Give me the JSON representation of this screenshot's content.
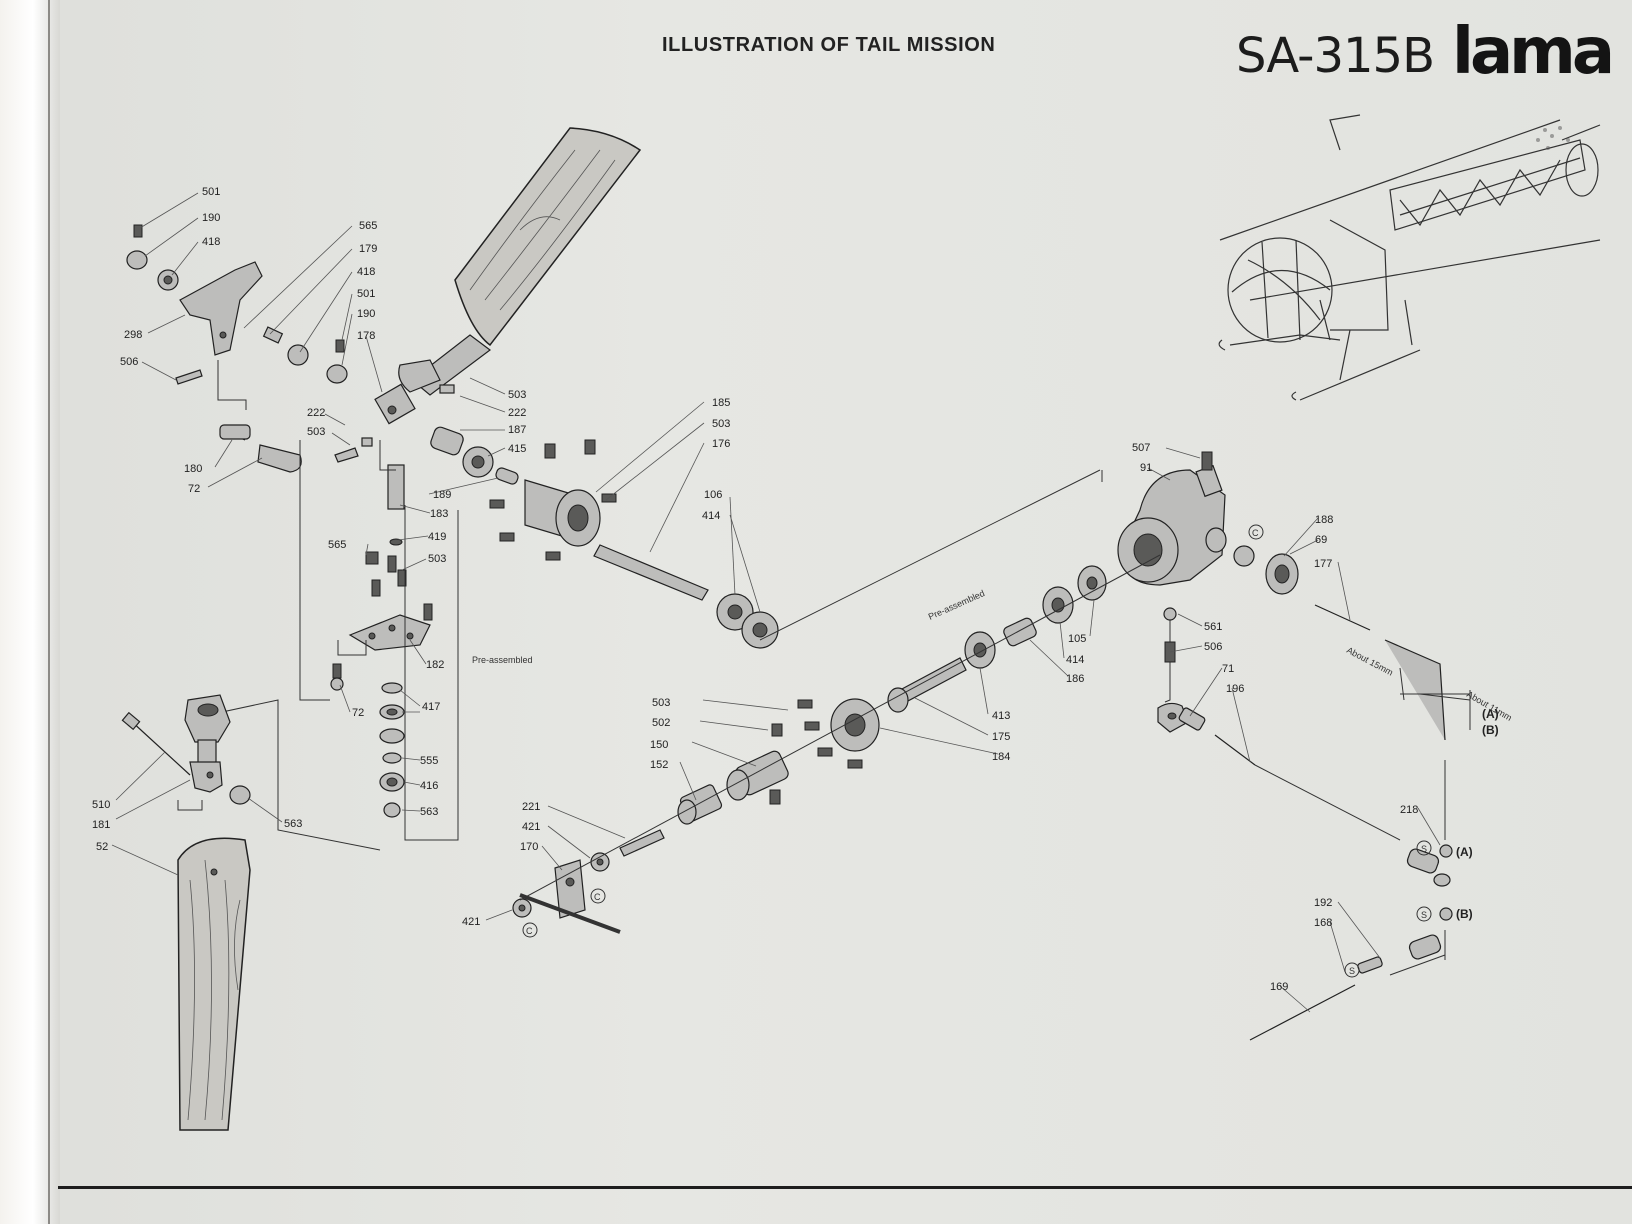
{
  "header": {
    "title": "ILLUSTRATION OF TAIL MISSION",
    "model": "SA-315B",
    "brand": "lama"
  },
  "notes": {
    "pre_assembled": "Pre-assembled",
    "about_15": "About 15mm",
    "about_11": "About 11mm"
  },
  "markers": {
    "c": "C",
    "s": "S",
    "a": "(A)",
    "b": "(B)"
  },
  "part_labels": {
    "p501a": "501",
    "p190a": "190",
    "p418a": "418",
    "p298": "298",
    "p506a": "506",
    "p565a": "565",
    "p179": "179",
    "p418b": "418",
    "p501b": "501",
    "p190b": "190",
    "p178": "178",
    "p503a": "503",
    "p222a": "222",
    "p222b": "222",
    "p503b": "503",
    "p187": "187",
    "p415": "415",
    "p180": "180",
    "p72a": "72",
    "p189": "189",
    "p183": "183",
    "p419": "419",
    "p565b": "565",
    "p503c": "503",
    "p182": "182",
    "p72b": "72",
    "p417": "417",
    "p555": "555",
    "p416": "416",
    "p563a": "563",
    "p510": "510",
    "p181": "181",
    "p52": "52",
    "p563b": "563",
    "p185": "185",
    "p503d": "503",
    "p176": "176",
    "p106": "106",
    "p414a": "414",
    "p507": "507",
    "p91": "91",
    "p188": "188",
    "p69": "69",
    "p177": "177",
    "p561": "561",
    "p506b": "506",
    "p71": "71",
    "p196": "196",
    "p105": "105",
    "p414b": "414",
    "p186": "186",
    "p413": "413",
    "p175": "175",
    "p184": "184",
    "p503e": "503",
    "p502": "502",
    "p150": "150",
    "p152": "152",
    "p221": "221",
    "p421a": "421",
    "p170": "170",
    "p421b": "421",
    "p218": "218",
    "p192": "192",
    "p168": "168",
    "p169": "169"
  }
}
